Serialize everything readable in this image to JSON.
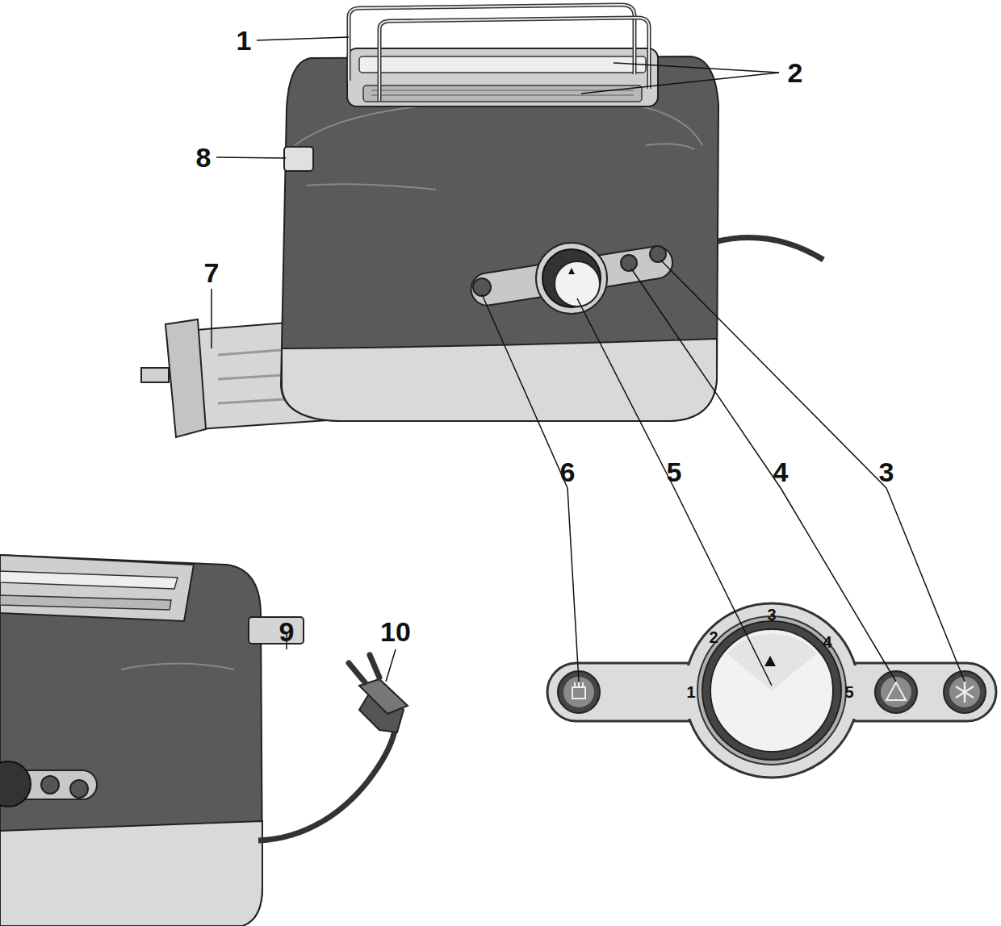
{
  "diagram": {
    "labels": [
      "1",
      "2",
      "8",
      "7",
      "6",
      "5",
      "4",
      "3",
      "9",
      "10",
      "3",
      "2",
      "4",
      "1",
      "5"
    ]
  }
}
